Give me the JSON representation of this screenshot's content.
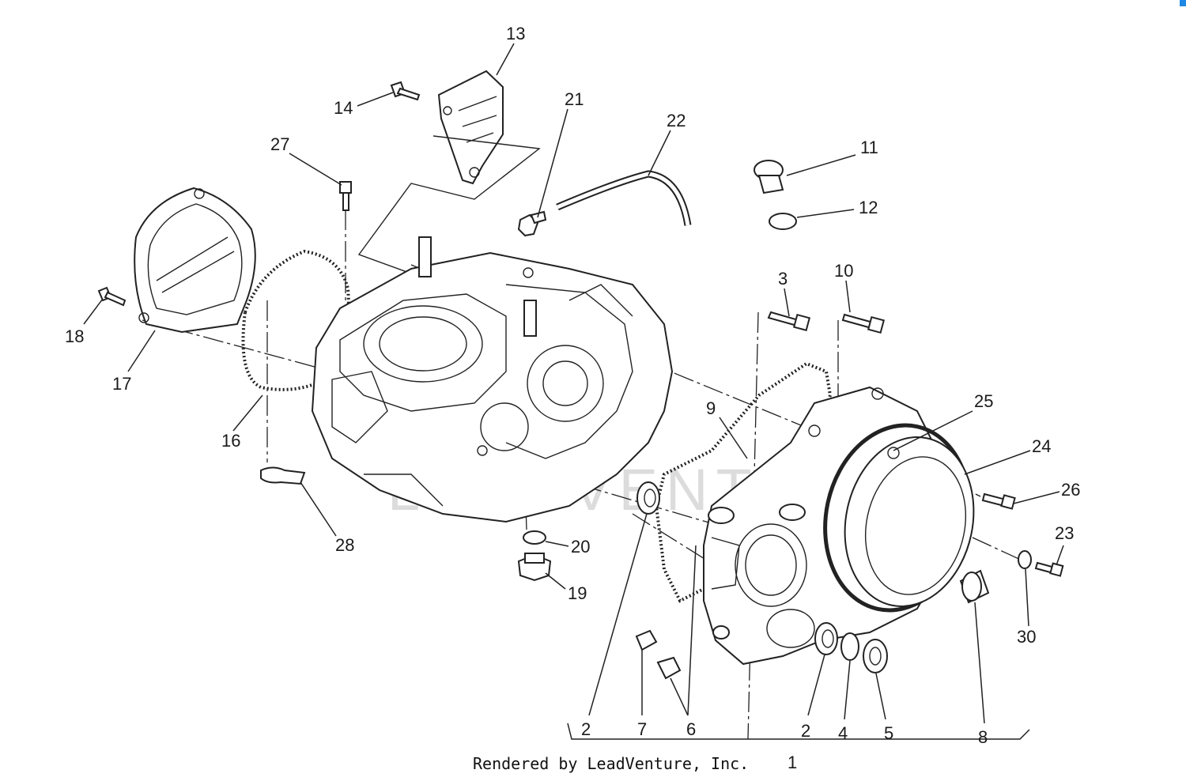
{
  "callouts": [
    {
      "n": "1",
      "label": "1"
    },
    {
      "n": "2a",
      "label": "2"
    },
    {
      "n": "2b",
      "label": "2"
    },
    {
      "n": "3",
      "label": "3"
    },
    {
      "n": "4",
      "label": "4"
    },
    {
      "n": "5",
      "label": "5"
    },
    {
      "n": "6",
      "label": "6"
    },
    {
      "n": "7",
      "label": "7"
    },
    {
      "n": "8",
      "label": "8"
    },
    {
      "n": "9",
      "label": "9"
    },
    {
      "n": "10",
      "label": "10"
    },
    {
      "n": "11",
      "label": "11"
    },
    {
      "n": "12",
      "label": "12"
    },
    {
      "n": "13",
      "label": "13"
    },
    {
      "n": "14",
      "label": "14"
    },
    {
      "n": "16",
      "label": "16"
    },
    {
      "n": "17",
      "label": "17"
    },
    {
      "n": "18",
      "label": "18"
    },
    {
      "n": "19",
      "label": "19"
    },
    {
      "n": "20",
      "label": "20"
    },
    {
      "n": "21",
      "label": "21"
    },
    {
      "n": "22",
      "label": "22"
    },
    {
      "n": "23",
      "label": "23"
    },
    {
      "n": "24",
      "label": "24"
    },
    {
      "n": "25",
      "label": "25"
    },
    {
      "n": "26",
      "label": "26"
    },
    {
      "n": "27",
      "label": "27"
    },
    {
      "n": "28",
      "label": "28"
    },
    {
      "n": "30",
      "label": "30"
    }
  ],
  "credit": "Rendered by LeadVenture, Inc.",
  "watermark": "LEADVENTURE",
  "colors": {
    "line": "#222222",
    "background": "#ffffff",
    "watermark": "#dcdcdc",
    "corner_accent": "#1e88e5"
  }
}
